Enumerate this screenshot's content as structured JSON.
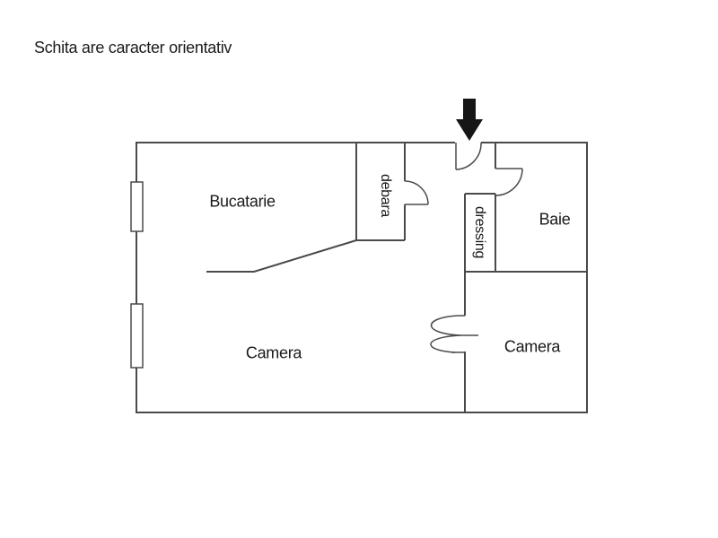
{
  "floorplan": {
    "disclaimer": "Schita are caracter orientativ",
    "rooms": {
      "bucatarie": {
        "label": "Bucatarie"
      },
      "debara": {
        "label": "debara"
      },
      "dressing": {
        "label": "dressing"
      },
      "baie": {
        "label": "Baie"
      },
      "camera_left": {
        "label": "Camera"
      },
      "camera_right": {
        "label": "Camera"
      }
    },
    "entrance": {
      "indicator": "arrow-down-icon"
    }
  },
  "colors": {
    "wall": "#4a4a4a",
    "text": "#1a1a1a",
    "arrow": "#161616",
    "bg": "#ffffff"
  }
}
